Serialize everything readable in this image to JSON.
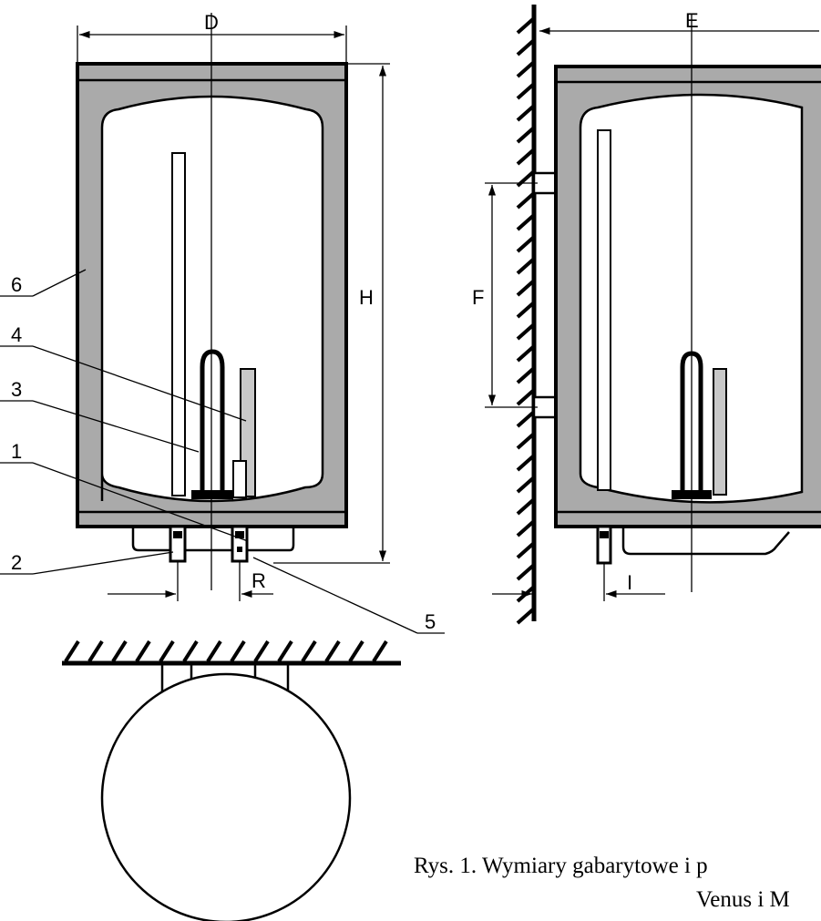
{
  "labels": {
    "dim_d": "D",
    "dim_e": "E",
    "dim_h": "H",
    "dim_f": "F",
    "dim_r": "R",
    "dim_i": "I",
    "part_1": "1",
    "part_2": "2",
    "part_3": "3",
    "part_4": "4",
    "part_5": "5",
    "part_6": "6"
  },
  "caption": {
    "line1": "Rys. 1. Wymiary gabarytowe i p",
    "line2": "Venus i M"
  },
  "colors": {
    "insulation": "#aaaaaa",
    "tank_interior": "#ffffff",
    "anode": "#c8c8c8",
    "line": "#000000"
  }
}
